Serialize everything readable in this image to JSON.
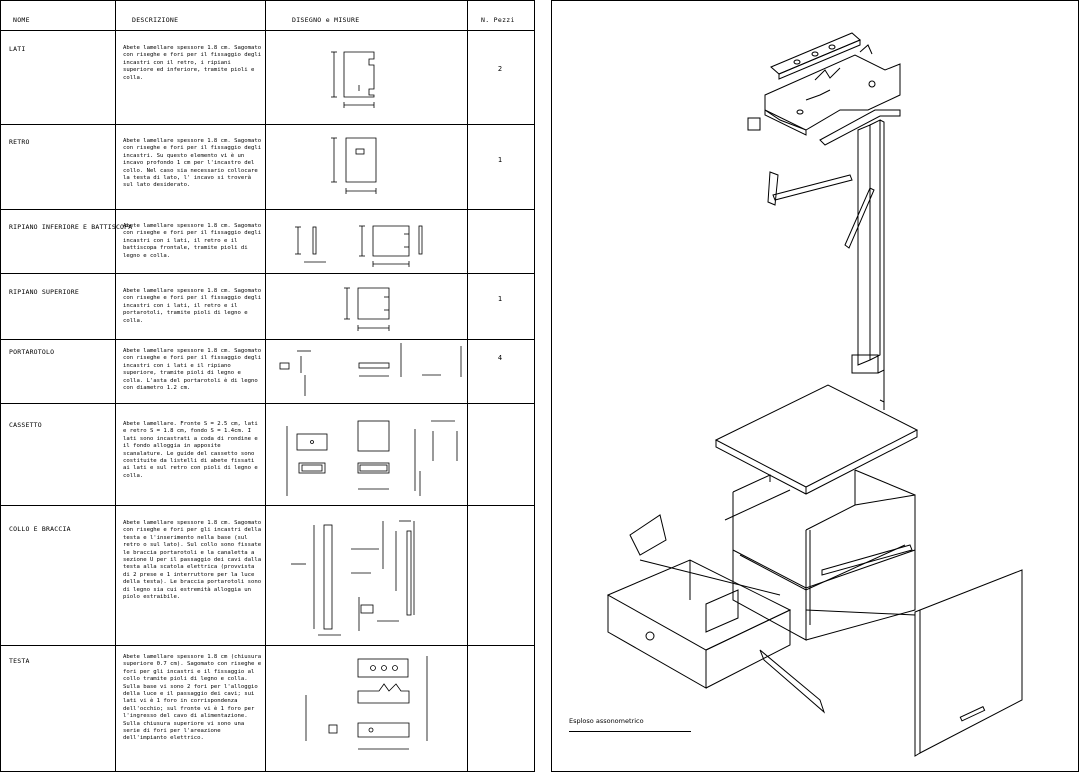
{
  "table": {
    "headers": {
      "name": "NOME",
      "description": "DESCRIZIONE",
      "drawing": "DISEGNO e MISURE",
      "pieces": "N. Pezzi"
    },
    "rows": [
      {
        "name": "LATI",
        "description": "Abete lamellare spessore 1.8 cm. Sagomato con riseghe e fori per il fissaggio degli incastri con il retro, i ripiani superiore ed inferiore, tramite pioli e colla.",
        "pieces": "2"
      },
      {
        "name": "RETRO",
        "description": "Abete lamellare spessore 1.8 cm. Sagomato con riseghe e fori per il fissaggio degli incastri. Su questo elemento vi è un incavo profondo 1 cm per l'incastro del collo. Nel caso sia necessario collocare la testa di lato, l' incavo si troverà sul lato desiderato.",
        "pieces": "1"
      },
      {
        "name": "RIPIANO INFERIORE E BATTISCOPA",
        "description": "Abete lamellare spessore 1.8 cm. Sagomato con riseghe e fori per il fissaggio degli incastri con i lati, il retro e il battiscopa frontale, tramite pioli di legno e colla.",
        "pieces": ""
      },
      {
        "name": "RIPIANO SUPERIORE",
        "description": "Abete lamellare spessore 1.8 cm. Sagomato con riseghe e fori per il fissaggio degli incastri con i lati, il retro e il portarotoli, tramite pioli di legno e colla.",
        "pieces": "1"
      },
      {
        "name": "PORTAROTOLO",
        "description": "Abete lamellare spessore 1.8 cm. Sagomato con riseghe e fori per il fissaggio degli incastri con i lati e il ripiano superiore, tramite pioli di legno e colla. L'asta del portarotoli è di legno con diametro 1.2 cm.",
        "pieces": "4"
      },
      {
        "name": "CASSETTO",
        "description": "Abete lamellare. Fronte S = 2.5 cm, lati e retro S = 1.8 cm, fondo S = 1.4cm. I lati sono incastrati a coda di rondine e il fondo alloggia in apposite scanalature. Le guide del cassetto sono costituite da listelli di abete fissati ai lati e sul retro con pioli di legno e colla.",
        "pieces": ""
      },
      {
        "name": "COLLO E BRACCIA",
        "description": "Abete lamellare spessore 1.8 cm. Sagomato con riseghe e fori per gli incastri della testa e l'inserimento nella base (sul retro o sul lato). Sul collo sono fissate le braccia portarotoli e la canaletta a sezione U per il passaggio dei cavi dalla testa alla scatola elettrica (provvista di 2 prese e 1 interruttore per la luce della testa). Le braccia portarotoli sono di legno sia cui estremità alloggia un piolo estraibile.",
        "pieces": ""
      },
      {
        "name": "TESTA",
        "description": "Abete lamellare spessore 1.8 cm (chiusura superiore 0.7 cm). Sagomato con riseghe e fori per gli incastri e il fissaggio al collo tramite pioli di legno e colla. Sulla base vi sono 2 fori per l'alloggio della luce e il passaggio dei cavi; sui lati vi è 1 foro in corrispondenza dell'occhio; sul fronte vi è 1 foro per l'ingresso del cavo di alimentazione. Sulla chiusura superiore vi sono una serie di fori per l'areazione dell'impianto elettrico.",
        "pieces": ""
      }
    ]
  },
  "axonometric": {
    "caption": "Esploso assonometrico"
  }
}
